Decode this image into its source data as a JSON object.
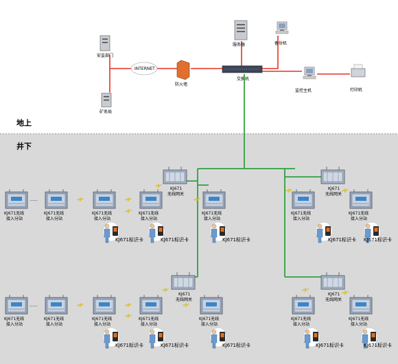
{
  "zones": {
    "surface": "地上",
    "underground": "井下"
  },
  "network": {
    "safety_dept": "安监部门",
    "mining_bureau": "矿务局",
    "internet": "INTERNET",
    "firewall": "防火墙",
    "switch": "交换机",
    "server": "服务器",
    "backup": "备份机",
    "monitor_host": "监控主机",
    "printer": "打印机"
  },
  "sub_station_line1": "KJ671无线",
  "sub_station_line2": "接入分站",
  "gateway_line1": "KJ671",
  "gateway_line2": "无线网关",
  "card_label": "KJ671标识卡",
  "ellipsis": "……",
  "colors": {
    "red_link": "#e53020",
    "green_link": "#2fa040",
    "underground_bg": "#d9d9d9"
  }
}
